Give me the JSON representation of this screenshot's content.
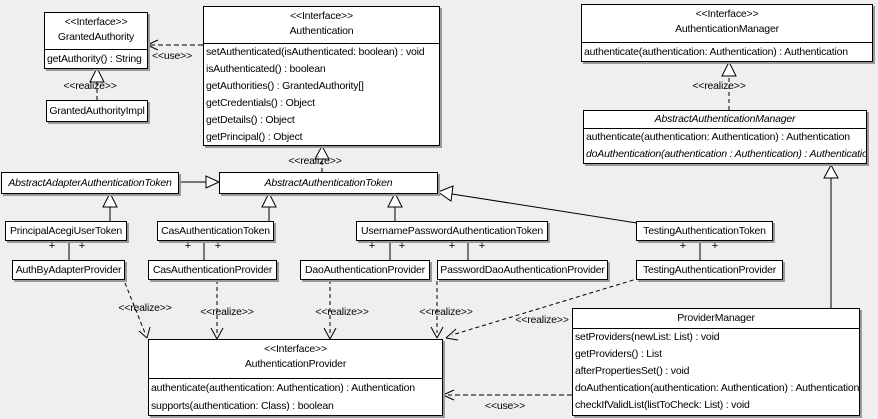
{
  "classes": {
    "granted_authority": {
      "stereotype": "<<Interface>>",
      "name": "GrantedAuthority",
      "methods": [
        "getAuthority() : String"
      ]
    },
    "granted_authority_impl": {
      "name": "GrantedAuthorityImpl"
    },
    "authentication": {
      "stereotype": "<<Interface>>",
      "name": "Authentication",
      "methods": [
        "setAuthenticated(isAuthenticated: boolean) : void",
        "isAuthenticated() : boolean",
        "getAuthorities() : GrantedAuthority[]",
        "getCredentials() : Object",
        "getDetails() : Object",
        "getPrincipal() : Object"
      ]
    },
    "authentication_manager": {
      "stereotype": "<<Interface>>",
      "name": "AuthenticationManager",
      "methods": [
        "authenticate(authentication: Authentication) : Authentication"
      ]
    },
    "abstract_authentication_manager": {
      "name": "AbstractAuthenticationManager",
      "methods": [
        "authenticate(authentication: Authentication) : Authentication",
        "doAuthentication(authentication : Authentication) : Authentication"
      ]
    },
    "abstract_adapter_authentication_token": {
      "name": "AbstractAdapterAuthenticationToken"
    },
    "abstract_authentication_token": {
      "name": "AbstractAuthenticationToken"
    },
    "principal_acegi_user_token": {
      "name": "PrincipalAcegiUserToken"
    },
    "cas_authentication_token": {
      "name": "CasAuthenticationToken"
    },
    "username_password_authentication_token": {
      "name": "UsernamePasswordAuthenticationToken"
    },
    "testing_authentication_token": {
      "name": "TestingAuthenticationToken"
    },
    "auth_by_adapter_provider": {
      "name": "AuthByAdapterProvider"
    },
    "cas_authentication_provider": {
      "name": "CasAuthenticationProvider"
    },
    "dao_authentication_provider": {
      "name": "DaoAuthenticationProvider"
    },
    "password_dao_authentication_provider": {
      "name": "PasswordDaoAuthenticationProvider"
    },
    "testing_authentication_provider": {
      "name": "TestingAuthenticationProvider"
    },
    "authentication_provider": {
      "stereotype": "<<Interface>>",
      "name": "AuthenticationProvider",
      "methods": [
        "authenticate(authentication: Authentication) : Authentication",
        "supports(authentication: Class) : boolean"
      ]
    },
    "provider_manager": {
      "name": "ProviderManager",
      "methods": [
        "setProviders(newList: List) : void",
        "getProviders() : List",
        "afterPropertiesSet() : void",
        "doAuthentication(authentication: Authentication) : Authentication",
        "checkIfValidList(listToCheck: List) : void"
      ]
    }
  },
  "edge_labels": {
    "use_authentication_granted_authority": "<<use>>",
    "realize_granted_authority_impl": "<<realize>>",
    "realize_abstract_authentication_token": "<<realize>>",
    "realize_abstract_authentication_manager": "<<realize>>",
    "realize_auth_by_adapter_provider": "<<realize>>",
    "realize_cas_authentication_provider": "<<realize>>",
    "realize_dao_authentication_provider": "<<realize>>",
    "realize_password_dao_authentication_provider": "<<realize>>",
    "realize_testing_authentication_provider": "<<realize>>",
    "use_provider_manager": "<<use>>"
  },
  "symbols": {
    "plus": "+"
  },
  "colors": {
    "background": "#efefef",
    "box_fill": "#ffffff",
    "line": "#000000",
    "shadow": "#9a9a9a"
  }
}
